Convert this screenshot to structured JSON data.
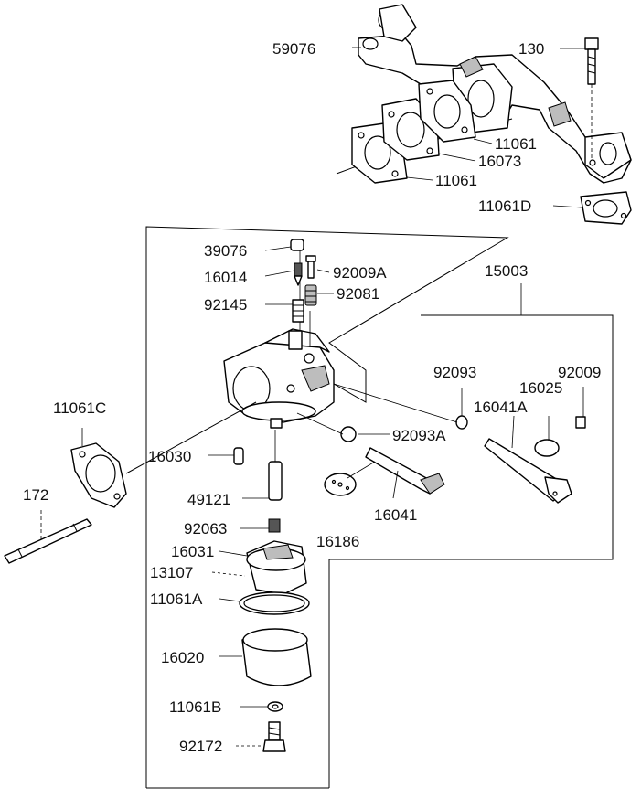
{
  "labels": {
    "l_59076": "59076",
    "l_130": "130",
    "l_11061_top": "11061",
    "l_16073": "16073",
    "l_11061_mid": "11061",
    "l_11061D": "11061D",
    "l_15003": "15003",
    "l_39076": "39076",
    "l_16014": "16014",
    "l_92009A": "92009A",
    "l_92145": "92145",
    "l_92081": "92081",
    "l_92093": "92093",
    "l_92009": "92009",
    "l_16025": "16025",
    "l_16041A": "16041A",
    "l_11061C": "11061C",
    "l_92093A": "92093A",
    "l_16030": "16030",
    "l_49121": "49121",
    "l_16041": "16041",
    "l_16186": "16186",
    "l_172": "172",
    "l_92063": "92063",
    "l_16031": "16031",
    "l_13107": "13107",
    "l_11061A": "11061A",
    "l_16020": "16020",
    "l_11061B": "11061B",
    "l_92172": "92172"
  }
}
